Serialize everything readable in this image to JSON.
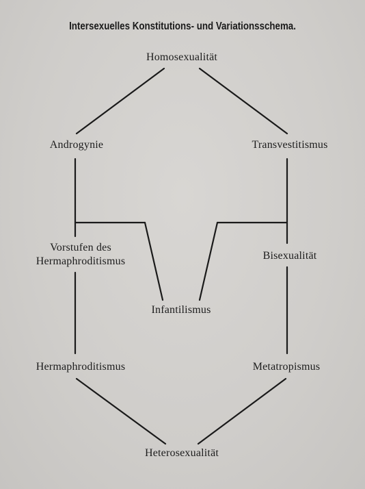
{
  "title": "Intersexuelles Konstitutions- und Variationsschema.",
  "nodes": {
    "homosexualitaet": "Homosexualität",
    "androgynie": "Androgynie",
    "transvestitismus": "Transvestitismus",
    "vorstufen_line1": "Vorstufen des",
    "vorstufen_line2": "Hermaphroditismus",
    "bisexualitaet": "Bisexualität",
    "infantilismus": "Infantilismus",
    "hermaphroditismus": "Hermaphroditismus",
    "metatropismus": "Metatropismus",
    "heterosexualitaet": "Heterosexualität"
  }
}
